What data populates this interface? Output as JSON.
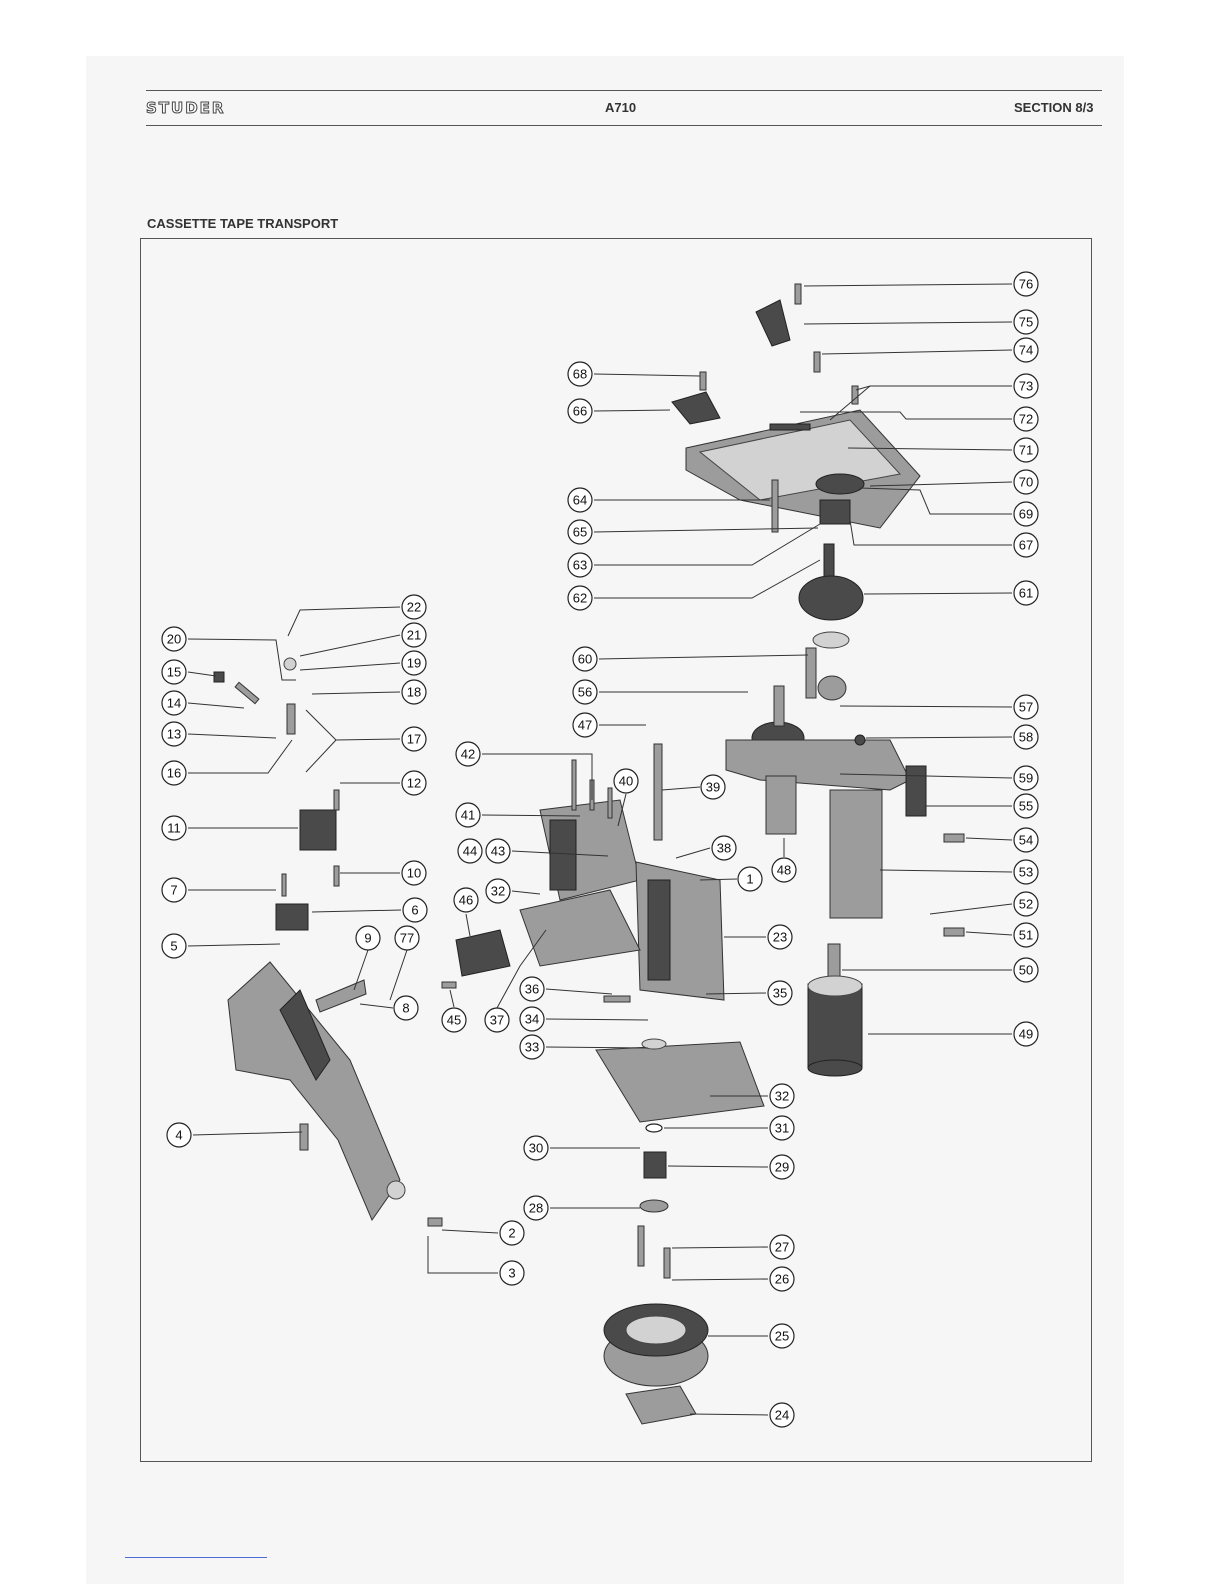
{
  "header": {
    "brand": "STUDER",
    "model": "A710",
    "section": "SECTION 8/3"
  },
  "figure": {
    "title": "CASSETTE TAPE TRANSPORT"
  },
  "callouts": {
    "left_labels": [
      "20",
      "15",
      "14",
      "13",
      "16",
      "11",
      "7",
      "5",
      "4"
    ],
    "c22": "22",
    "c21": "21",
    "c19": "19",
    "c18": "18",
    "c17": "17",
    "c12": "12",
    "c10": "10",
    "c6": "6",
    "c9": "9",
    "c77": "77",
    "c8": "8",
    "c2": "2",
    "c3": "3",
    "c68": "68",
    "c66": "66",
    "c64": "64",
    "c65": "65",
    "c63": "63",
    "c62": "62",
    "c60": "60",
    "c56": "56",
    "c47": "47",
    "c42": "42",
    "c40": "40",
    "c39": "39",
    "c41": "41",
    "c44": "44",
    "c43": "43",
    "c38": "38",
    "c1": "1",
    "c48": "48",
    "c32a": "32",
    "c46": "46",
    "c23": "23",
    "c36": "36",
    "c35": "35",
    "c45": "45",
    "c37": "37",
    "c34": "34",
    "c33": "33",
    "c32b": "32",
    "c31": "31",
    "c30": "30",
    "c29": "29",
    "c28": "28",
    "c27": "27",
    "c26": "26",
    "c25": "25",
    "c24": "24",
    "c76": "76",
    "c75": "75",
    "c74": "74",
    "c73": "73",
    "c72": "72",
    "c71": "71",
    "c70": "70",
    "c69": "69",
    "c67": "67",
    "c61": "61",
    "c57": "57",
    "c58": "58",
    "c59": "59",
    "c55": "55",
    "c54": "54",
    "c53": "53",
    "c52": "52",
    "c51": "51",
    "c50": "50",
    "c49": "49"
  }
}
